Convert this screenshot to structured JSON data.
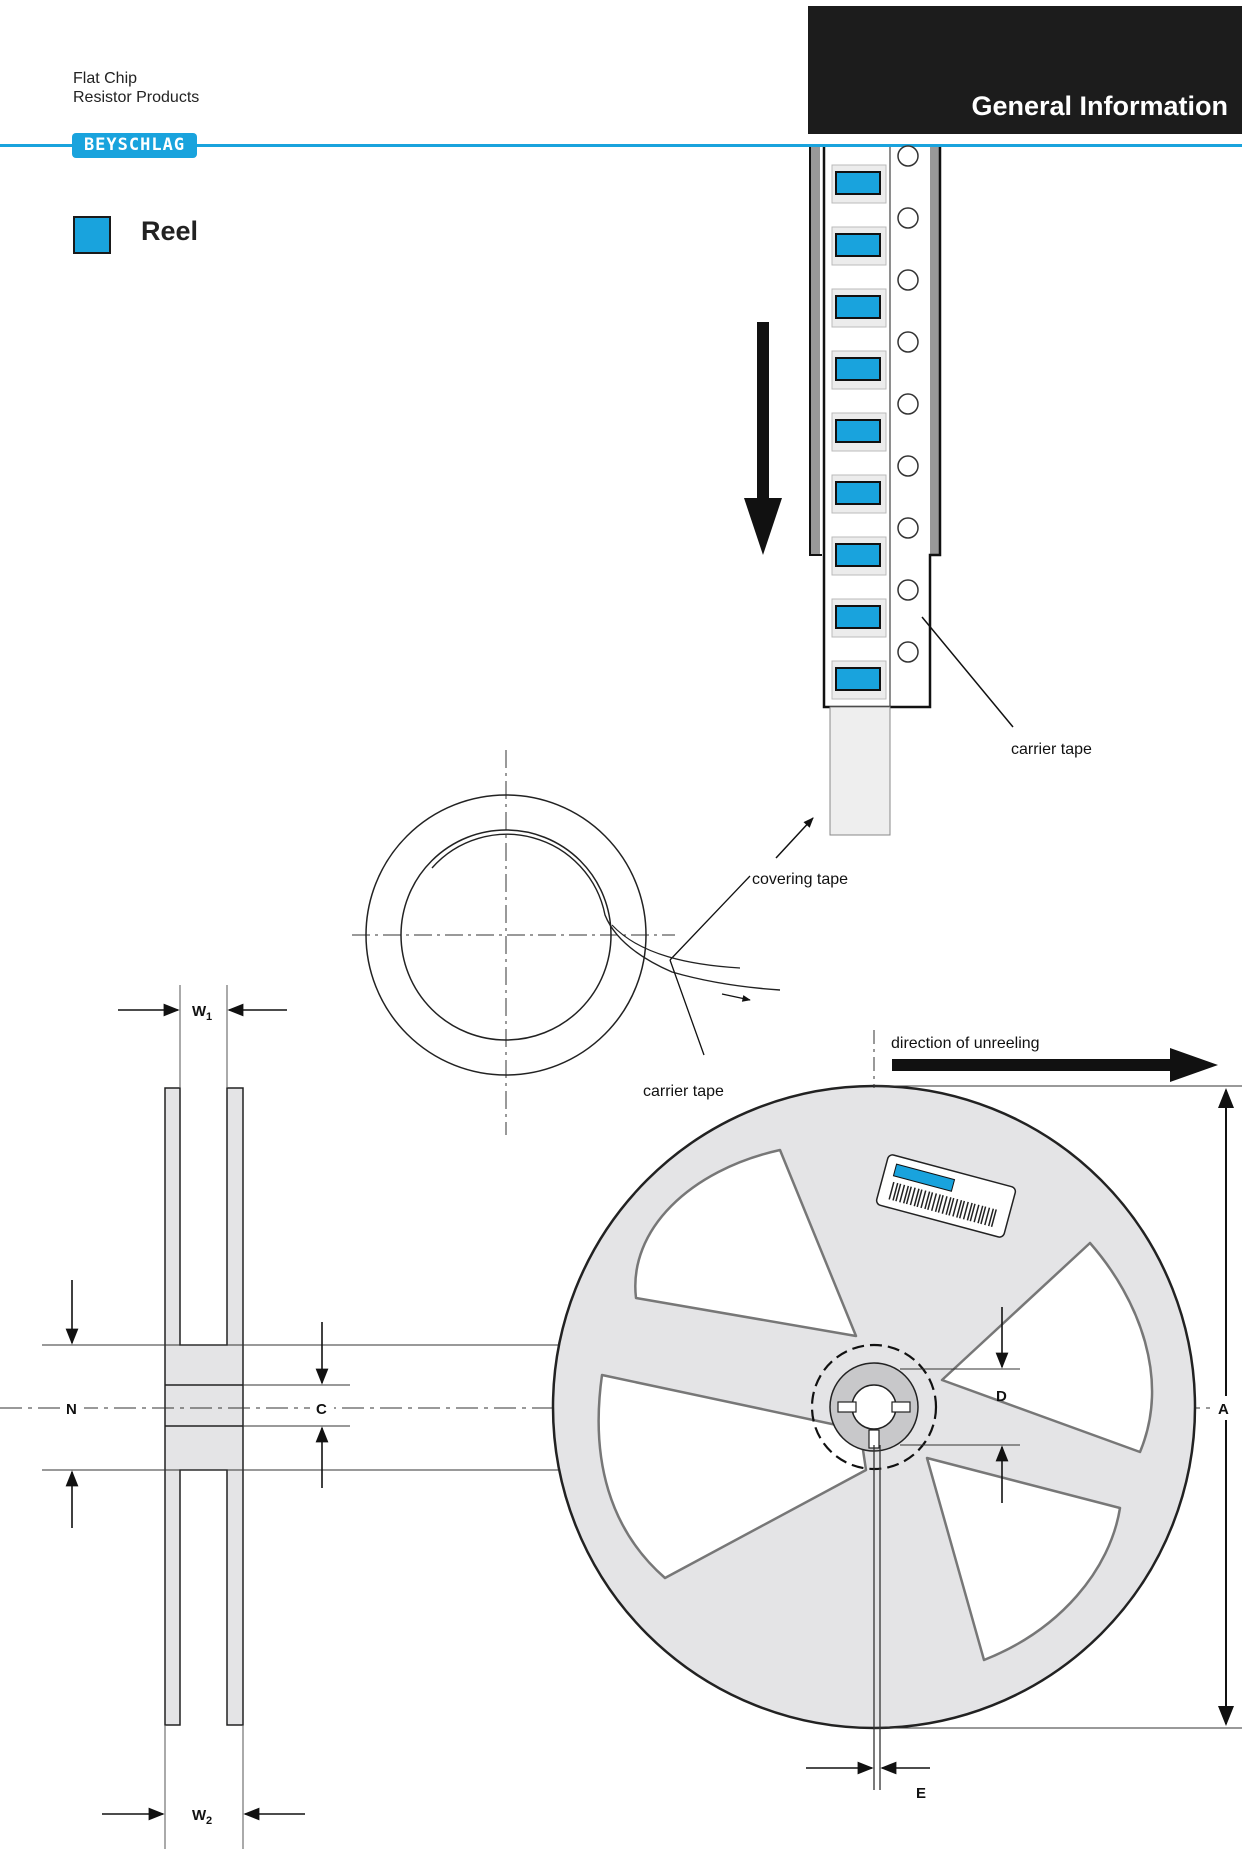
{
  "header": {
    "line1": "Flat Chip",
    "line2": "Resistor Products",
    "brand": "BEYSCHLAG",
    "section": "General Information"
  },
  "reel": {
    "title": "Reel"
  },
  "labels": {
    "carrier_tape_top": "carrier tape",
    "covering_tape": "covering tape",
    "carrier_tape_mid": "carrier tape",
    "direction": "direction of unreeling"
  },
  "dimensions": {
    "w1_main": "W",
    "w1_sub": "1",
    "w2_main": "W",
    "w2_sub": "2",
    "n": "N",
    "c": "C",
    "d": "D",
    "a": "A",
    "e": "E"
  },
  "colors": {
    "accent": "#19a3dd",
    "reel_fill": "#e4e4e6",
    "header_bg": "#1c1c1c"
  }
}
